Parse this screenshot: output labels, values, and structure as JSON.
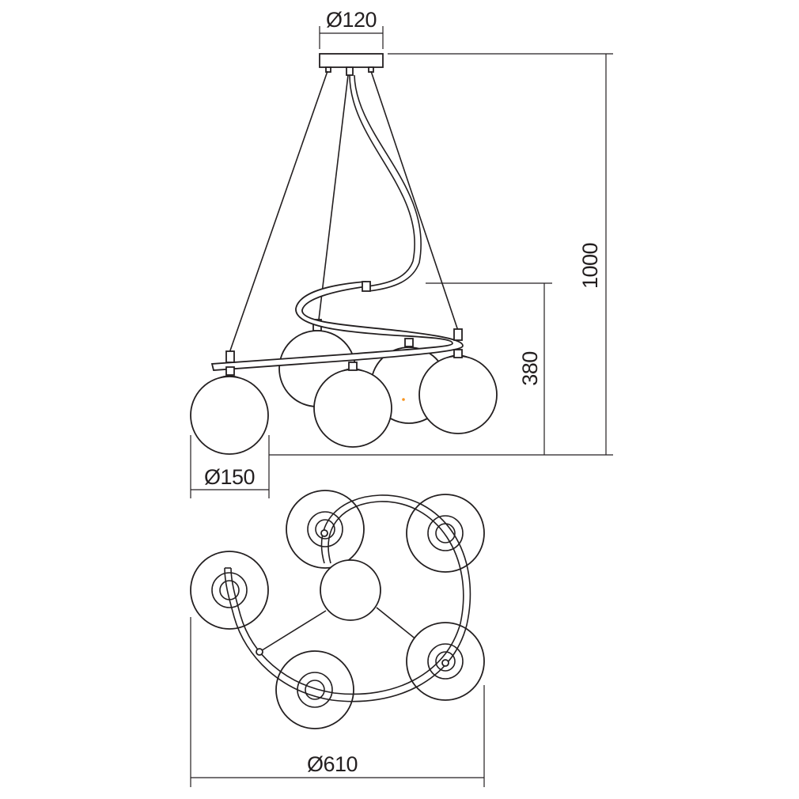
{
  "dimensions": {
    "canopy_diameter": "Ø120",
    "total_height": "1000",
    "fixture_height": "380",
    "globe_diameter": "Ø150",
    "overall_diameter": "Ø610"
  },
  "colors": {
    "line": "#231f20",
    "background": "#ffffff",
    "accent_dot": "#f7941d"
  }
}
